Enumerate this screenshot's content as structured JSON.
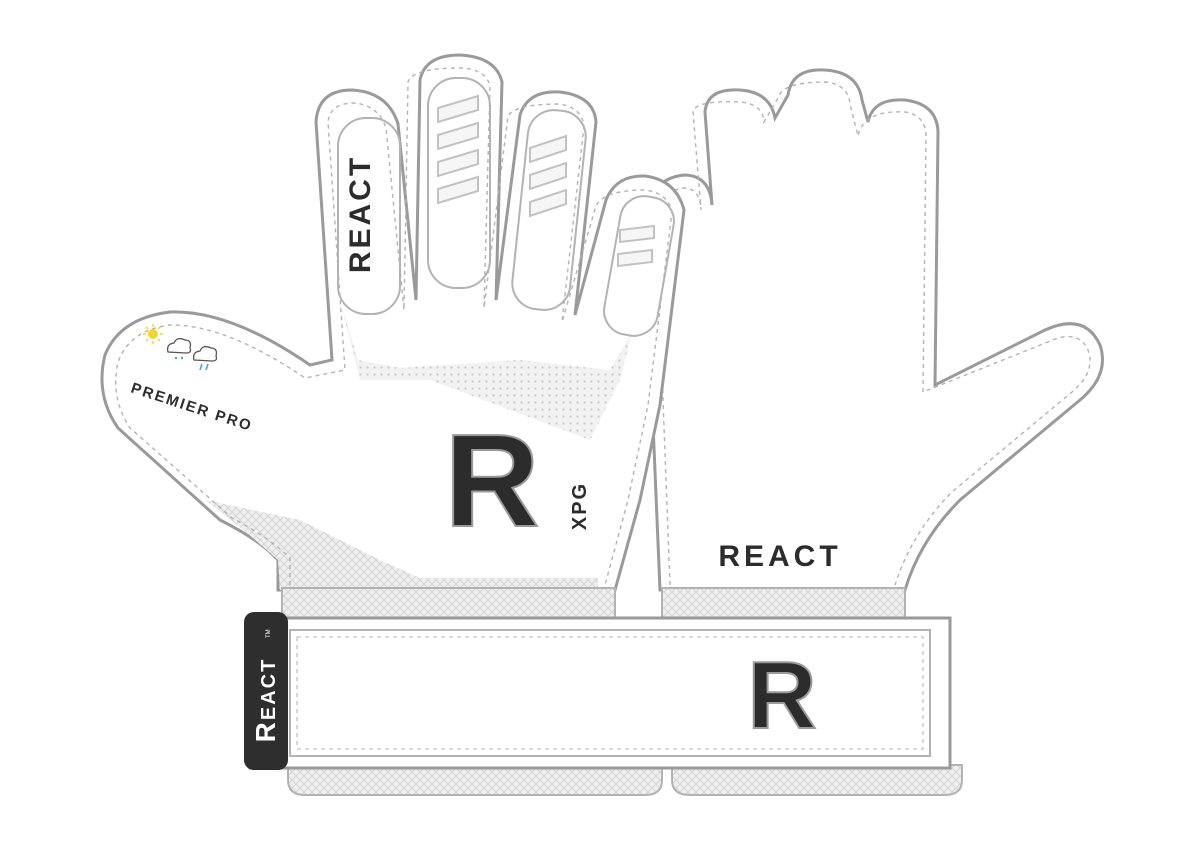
{
  "left_glove": {
    "finger_wordmark": "REACT",
    "model_name": "PREMIER PRO",
    "series_badge": "XPG",
    "palm_logo_letter": "R",
    "weather_icons": [
      "sun-icon",
      "cloud-drizzle-icon",
      "cloud-rain-icon"
    ]
  },
  "right_glove": {
    "palm_wordmark": "REACT"
  },
  "wrist_strap": {
    "tab_wordmark_letter": "R",
    "tab_wordmark_rest": "EACT",
    "trademark": "TM",
    "logo_letter": "R"
  },
  "colors": {
    "outline": "#9a9a9a",
    "fill": "#ffffff",
    "mesh": "#eeeeee",
    "ink": "#2c2c2c",
    "sun": "#f4d62a",
    "rain": "#4aa3d9"
  }
}
